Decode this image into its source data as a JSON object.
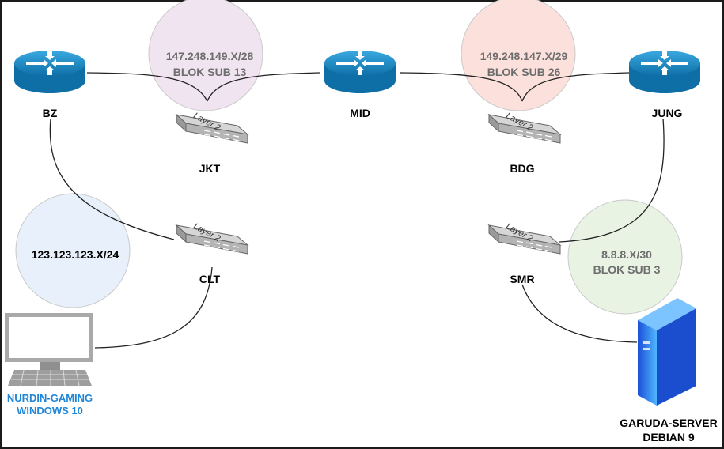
{
  "nodes": {
    "bz": {
      "label": "BZ"
    },
    "mid": {
      "label": "MID"
    },
    "jung": {
      "label": "JUNG"
    },
    "jkt": {
      "label": "JKT"
    },
    "bdg": {
      "label": "BDG"
    },
    "clt": {
      "label": "CLT"
    },
    "smr": {
      "label": "SMR"
    },
    "client": {
      "line1": "NURDIN-GAMING",
      "line2": "WINDOWS 10"
    },
    "server": {
      "line1": "GARUDA-SERVER",
      "line2": "DEBIAN 9"
    }
  },
  "switch_text": "Layer 2",
  "subnets": {
    "jkt": {
      "ip": "147.248.149.X/28",
      "blok": "BLOK SUB 13",
      "color": "#efe4ef"
    },
    "bdg": {
      "ip": "149.248.147.X/29",
      "blok": "BLOK SUB 26",
      "color": "#fbe0dc"
    },
    "clt": {
      "ip": "123.123.123.X/24",
      "color": "#e8f1fb"
    },
    "smr": {
      "ip": "8.8.8.X/30",
      "blok": "BLOK SUB 3",
      "color": "#e8f3e4"
    }
  },
  "colors": {
    "router": "#1d8fc9",
    "background": "#ffffff",
    "switch": "#b9b9b9",
    "client_text": "#1f86d8"
  }
}
